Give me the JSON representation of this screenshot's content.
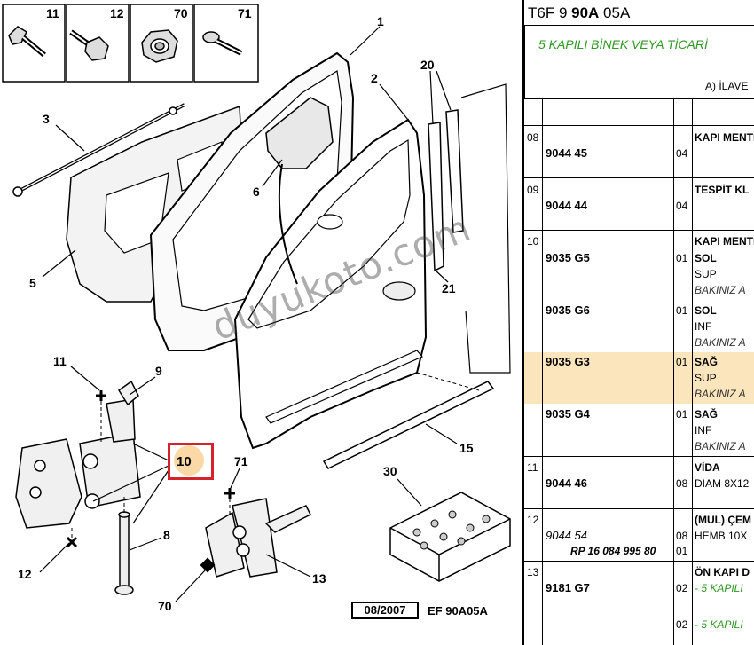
{
  "diagram": {
    "thumbnails": [
      {
        "label": "11",
        "icon": "torx-bolt-icon"
      },
      {
        "label": "12",
        "icon": "hex-bolt-icon"
      },
      {
        "label": "70",
        "icon": "nut-icon"
      },
      {
        "label": "71",
        "icon": "screw-icon"
      }
    ],
    "callouts": [
      "1",
      "2",
      "3",
      "5",
      "6",
      "8",
      "9",
      "11",
      "12",
      "13",
      "15",
      "20",
      "21",
      "30",
      "70",
      "71"
    ],
    "highlight": "10",
    "footer_date": "08/2007",
    "footer_ref": "EF 90A05A",
    "watermark": "duyukoto.com"
  },
  "panel": {
    "code_prefix": "T6F 9 ",
    "code_bold": "90A",
    "code_suffix": " 05A",
    "vehicle": "5 KAPILI BİNEK VEYA TİCARİ",
    "ilave": "A) İLAVE",
    "rows": [
      {
        "group": "08",
        "ref": "9044 45",
        "qty": "04",
        "desc": "KAPI MENTE"
      },
      {
        "group": "09",
        "ref": "9044 44",
        "qty": "04",
        "desc": "TESPİT KL"
      },
      {
        "group": "10",
        "desc": "KAPI MENTE",
        "items": [
          {
            "ref": "9035 G5",
            "qty": "01",
            "side": "SOL",
            "pos": "SUP",
            "see": "BAKINIZ A"
          },
          {
            "ref": "9035 G6",
            "qty": "01",
            "side": "SOL",
            "pos": "INF",
            "see": "BAKINIZ A"
          },
          {
            "ref": "9035 G3",
            "qty": "01",
            "side": "SAĞ",
            "pos": "SUP",
            "see": "BAKINIZ A"
          },
          {
            "ref": "9035 G4",
            "qty": "01",
            "side": "SAĞ",
            "pos": "INF",
            "see": "BAKINIZ A"
          }
        ]
      },
      {
        "group": "11",
        "ref": "9044 46",
        "qty": "08",
        "desc": "VİDA",
        "desc2": "DIAM 8X12"
      },
      {
        "group": "12",
        "ref": "9044 54",
        "qty": "08",
        "desc": "(MUL) ÇEM",
        "desc2": "HEMB 10X",
        "rp": "RP 16 084 995 80",
        "rp_qty": "01"
      },
      {
        "group": "13",
        "ref": "9181 G7",
        "qty": "02",
        "desc": "ÖN KAPI D",
        "desc2": "- 5 KAPILI",
        "qty2": "02",
        "desc3": "- 5 KAPILI"
      }
    ]
  },
  "colors": {
    "highlight_row": "#fbe5bd",
    "highlight_box": "#d4242a",
    "vehicle_text": "#2e9a23"
  }
}
